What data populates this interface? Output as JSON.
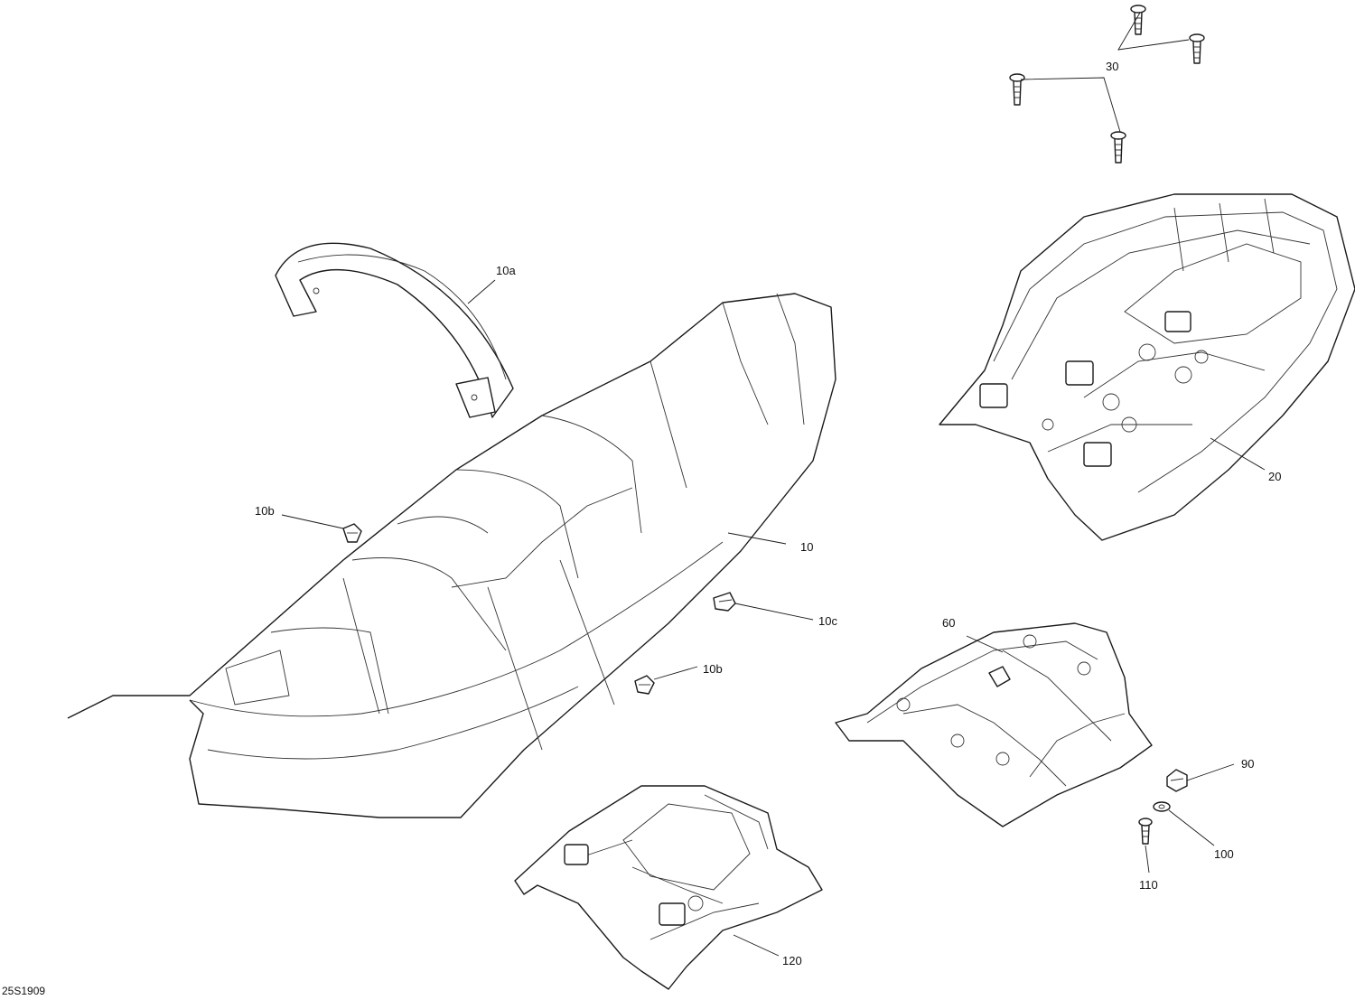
{
  "diagram": {
    "reference_code": "25S1909",
    "callouts": {
      "c30": "30",
      "c10a": "10a",
      "c20": "20",
      "c10b_upper": "10b",
      "c10": "10",
      "c10c": "10c",
      "c10b_lower": "10b",
      "c60": "60",
      "c90": "90",
      "c100": "100",
      "c110": "110",
      "c120": "120"
    }
  }
}
